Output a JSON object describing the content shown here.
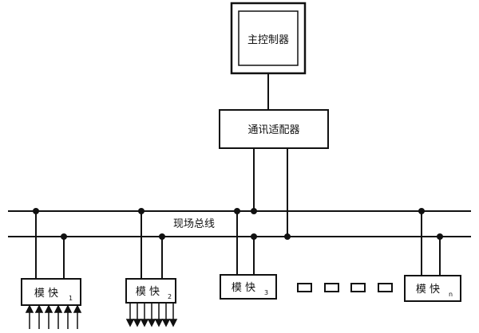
{
  "diagram": {
    "main_controller": {
      "label": "主控制器"
    },
    "comm_adapter": {
      "label": "通讯适配器"
    },
    "fieldbus": {
      "label": "现场总线"
    },
    "modules": [
      {
        "label": "模 快",
        "subscript": "1"
      },
      {
        "label": "模 快",
        "subscript": "2"
      },
      {
        "label": "模 快",
        "subscript": "3"
      },
      {
        "label": "模 快",
        "subscript": "n"
      }
    ]
  }
}
